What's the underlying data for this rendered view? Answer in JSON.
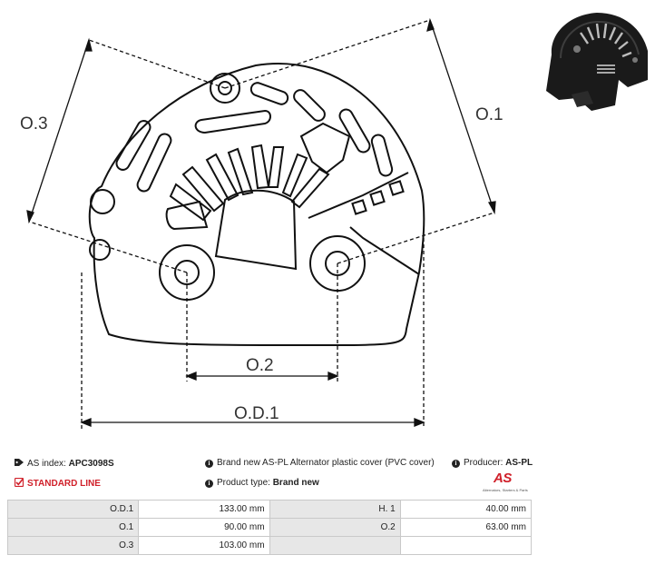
{
  "dimensions": {
    "od1": "O.D.1",
    "o1": "O.1",
    "o2": "O.2",
    "o3": "O.3"
  },
  "info": {
    "as_index_label": "AS index:",
    "as_index_value": "APC3098S",
    "description": "Brand new AS-PL Alternator plastic cover (PVC cover)",
    "producer_label": "Producer:",
    "producer_value": "AS-PL",
    "line_label": "STANDARD LINE",
    "product_type_label": "Product type:",
    "product_type_value": "Brand new"
  },
  "logo": {
    "mark": "AS",
    "tagline": "Alternators, Starters & Parts"
  },
  "specs": [
    [
      {
        "label": "O.D.1",
        "value": "133.00 mm"
      },
      {
        "label": "H. 1",
        "value": "40.00 mm"
      }
    ],
    [
      {
        "label": "O.1",
        "value": "90.00 mm"
      },
      {
        "label": "O.2",
        "value": "63.00 mm"
      }
    ],
    [
      {
        "label": "O.3",
        "value": "103.00 mm"
      },
      {
        "label": "",
        "value": ""
      }
    ]
  ],
  "colors": {
    "brand_red": "#d0202a",
    "label_cell_bg": "#e7e7e7",
    "cell_border": "#c9c9c9"
  },
  "icons": [
    "tag-icon",
    "info-icon",
    "checkbox-icon"
  ]
}
